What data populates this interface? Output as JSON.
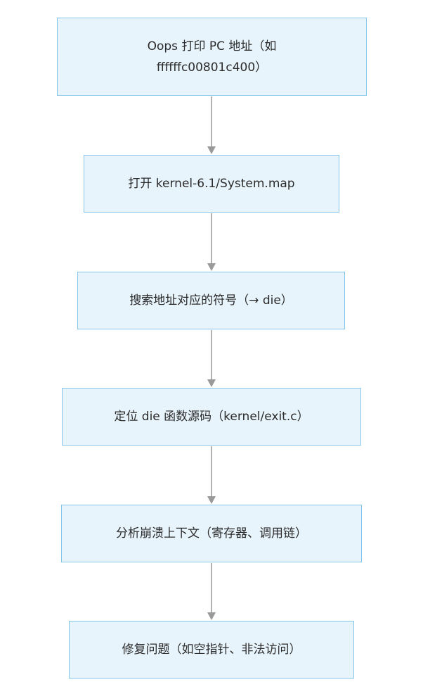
{
  "flowchart": {
    "nodes": [
      {
        "id": "n1",
        "lines": [
          "Oops 打印 PC 地址（如",
          "ffffffc00801c400）"
        ]
      },
      {
        "id": "n2",
        "lines": [
          "打开 kernel-6.1/System.map"
        ]
      },
      {
        "id": "n3",
        "lines": [
          "搜索地址对应的符号（→ die）"
        ]
      },
      {
        "id": "n4",
        "lines": [
          "定位 die 函数源码（kernel/exit.c）"
        ]
      },
      {
        "id": "n5",
        "lines": [
          "分析崩溃上下文（寄存器、调用链）"
        ]
      },
      {
        "id": "n6",
        "lines": [
          "修复问题（如空指针、非法访问）"
        ]
      }
    ],
    "edges": [
      {
        "from": "n1",
        "to": "n2"
      },
      {
        "from": "n2",
        "to": "n3"
      },
      {
        "from": "n3",
        "to": "n4"
      },
      {
        "from": "n4",
        "to": "n5"
      },
      {
        "from": "n5",
        "to": "n6"
      }
    ],
    "colors": {
      "node_fill": "#e8f4fc",
      "node_border": "#86c5ea",
      "edge": "#999999",
      "text": "#2b2b2b"
    }
  }
}
